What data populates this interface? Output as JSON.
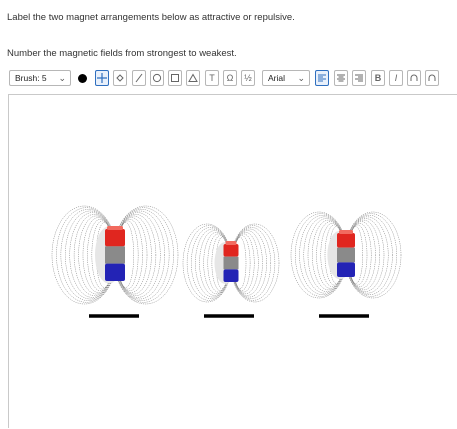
{
  "prompt": {
    "line1": "Label the two magnet arrangements below as attractive or repulsive.",
    "line2": "Number the magnetic fields from strongest to weakest."
  },
  "toolbar": {
    "brush_label": "Brush: 5",
    "brush_color": "#000000",
    "font_label": "Arial",
    "tools": [
      "move",
      "fill",
      "line",
      "circle",
      "rectangle",
      "triangle",
      "text",
      "omega",
      "fraction"
    ],
    "align_tools": [
      "align-left",
      "align-center",
      "align-right"
    ],
    "style_tools": [
      "bold",
      "italic",
      "undo",
      "redo"
    ],
    "tool_glyphs": {
      "text": "T",
      "omega": "Ω",
      "fraction": "½",
      "bold": "B",
      "italic": "I"
    }
  },
  "figure": {
    "magnet_colors": {
      "north": "#e0261f",
      "middle": "#8a8a8a",
      "south": "#2323b5"
    },
    "label_blanks": 3
  }
}
